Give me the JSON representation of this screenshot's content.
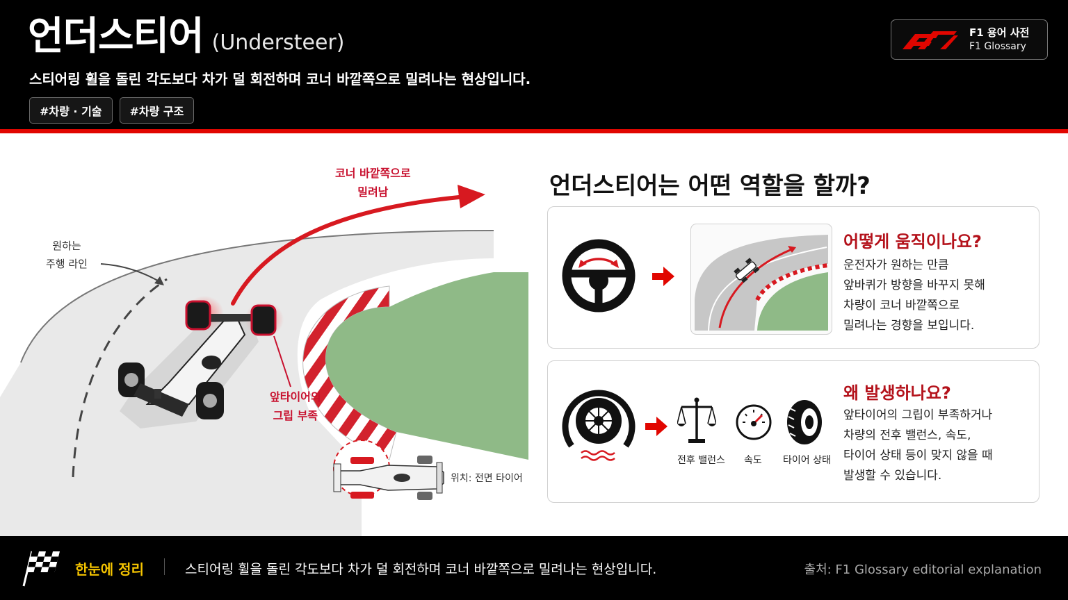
{
  "header": {
    "title": "언더스티어",
    "title_en": "(Understeer)",
    "subtitle": "스티어링 휠을 돌린 각도보다 차가 덜 회전하며 코너 바깥쪽으로 밀려나는 현상입니다.",
    "tags": [
      "#차량 · 기술",
      "#차량 구조"
    ],
    "badge": {
      "ko": "F1 용어 사전",
      "en": "F1 Glossary"
    }
  },
  "illustration": {
    "pushed_label": [
      "코너 바깥쪽으로",
      "밀려남"
    ],
    "desired_line_label": [
      "원하는",
      "주행 라인"
    ],
    "front_grip_label": [
      "앞타이어의",
      "그립 부족"
    ],
    "position_label": "위치: 전면 타이어"
  },
  "section": {
    "title": "언더스티어는 어떤 역할을 할까?",
    "card1": {
      "heading": "어떻게 움직이나요?",
      "lines": [
        "운전자가 원하는 만큼",
        "앞바퀴가 방향을 바꾸지 못해",
        "차량이 코너 바깥쪽으로",
        "밀려나는 경향을 보입니다."
      ]
    },
    "card2": {
      "heading": "왜 발생하나요?",
      "lines": [
        "앞타이어의 그립이 부족하거나",
        "차량의 전후 밸런스, 속도,",
        "타이어 상태 등이 맞지 않을 때",
        "발생할 수 있습니다."
      ],
      "factors": [
        "전후 밸런스",
        "속도",
        "타이어 상태"
      ]
    }
  },
  "footer": {
    "key": "한눈에 정리",
    "text": "스티어링 휠을 돌린 각도보다 차가 덜 회전하며 코너 바깥쪽으로 밀려나는 현상입니다.",
    "source": "출처: F1 Glossary editorial explanation"
  },
  "colors": {
    "accent_red": "#e10600",
    "heading_red": "#b4121b",
    "footer_yellow": "#f5c400",
    "grass_green": "#8fba87"
  },
  "icons": [
    "f1-logo-icon",
    "steering-wheel-icon",
    "arrow-right-icon",
    "mini-track-icon",
    "tire-icon",
    "balance-scale-icon",
    "speedometer-icon",
    "tire-tread-icon",
    "checkered-flag-icon",
    "f1-car-icon"
  ]
}
